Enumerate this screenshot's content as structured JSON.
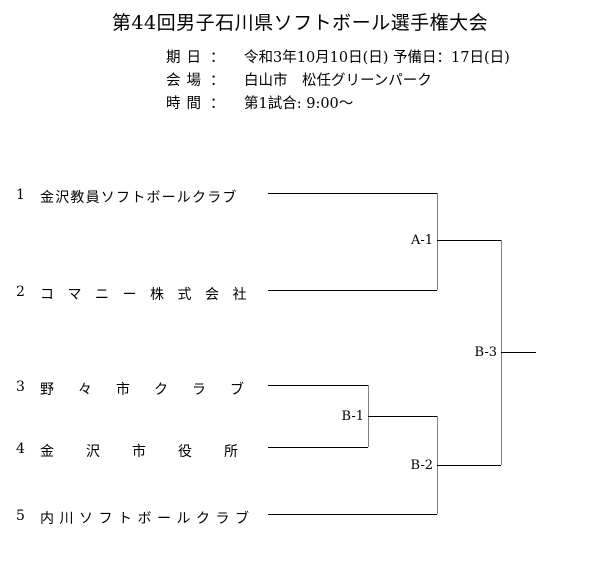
{
  "header": {
    "title": "第44回男子石川県ソフトボール選手権大会",
    "info_rows": [
      {
        "label": "期日",
        "colon": "：",
        "value": "令和3年10月10日(日)  予備日：17日(日)"
      },
      {
        "label": "会場",
        "colon": "：",
        "value": "白山市　松任グリーンパーク"
      },
      {
        "label": "時間",
        "colon": "：",
        "value": "第1試合: 9:00〜"
      }
    ]
  },
  "bracket": {
    "teams": [
      {
        "seed": "1",
        "name": "金沢教員ソフトボールクラブ",
        "spacing": "1.2px"
      },
      {
        "seed": "2",
        "name": "コマニー株式会社",
        "spacing": "13.5px"
      },
      {
        "seed": "3",
        "name": "野々市クラブ",
        "spacing": "24px"
      },
      {
        "seed": "4",
        "name": "金沢市役所",
        "spacing": "32px"
      },
      {
        "seed": "5",
        "name": "内川ソフトボールクラブ",
        "spacing": "5.5px"
      }
    ],
    "matches": [
      {
        "id": "A-1"
      },
      {
        "id": "B-1"
      },
      {
        "id": "B-2"
      },
      {
        "id": "B-3"
      }
    ]
  },
  "colors": {
    "line_horizontal": "#000000",
    "line_vertical": "#808080",
    "text": "#000000",
    "background": "#ffffff"
  }
}
